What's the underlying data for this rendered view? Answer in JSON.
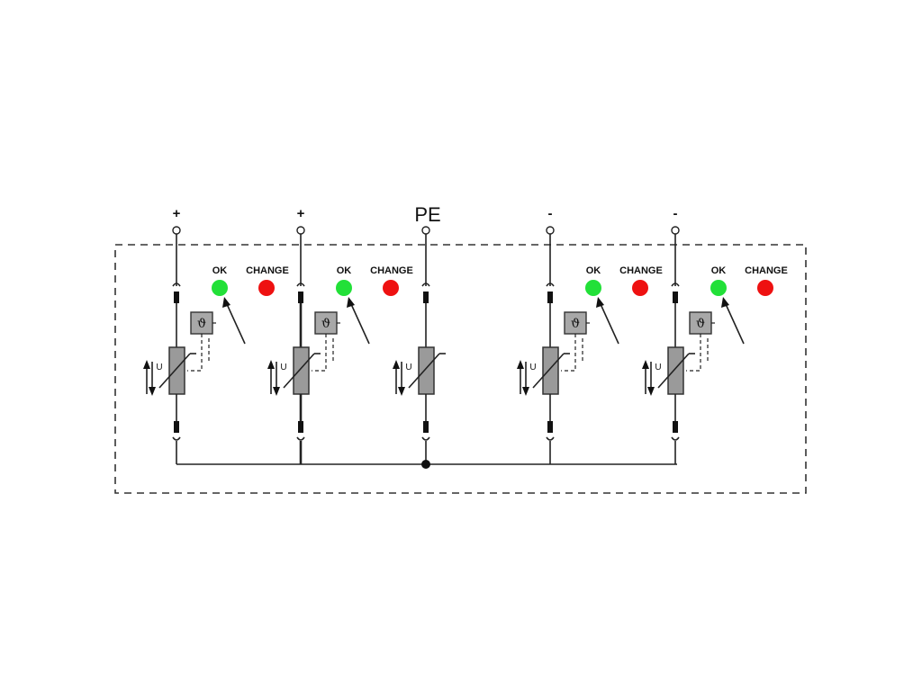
{
  "diagram": {
    "pe_label": "PE",
    "poles": [
      {
        "id": "p1",
        "terminal": "+",
        "has_indicator": true,
        "ok_label": "OK",
        "change_label": "CHANGE"
      },
      {
        "id": "p2",
        "terminal": "+",
        "has_indicator": true,
        "ok_label": "OK",
        "change_label": "CHANGE"
      },
      {
        "id": "p3",
        "terminal": "",
        "has_indicator": false,
        "ok_label": "",
        "change_label": ""
      },
      {
        "id": "p4",
        "terminal": "-",
        "has_indicator": true,
        "ok_label": "OK",
        "change_label": "CHANGE"
      },
      {
        "id": "p5",
        "terminal": "-",
        "has_indicator": true,
        "ok_label": "OK",
        "change_label": "CHANGE"
      }
    ],
    "varistor_symbol_label": "U",
    "thermal_symbol": "ϑ",
    "colors": {
      "ok": "#22e038",
      "change": "#ee1111",
      "component_fill": "#9a9a9a",
      "line": "#222222"
    }
  }
}
